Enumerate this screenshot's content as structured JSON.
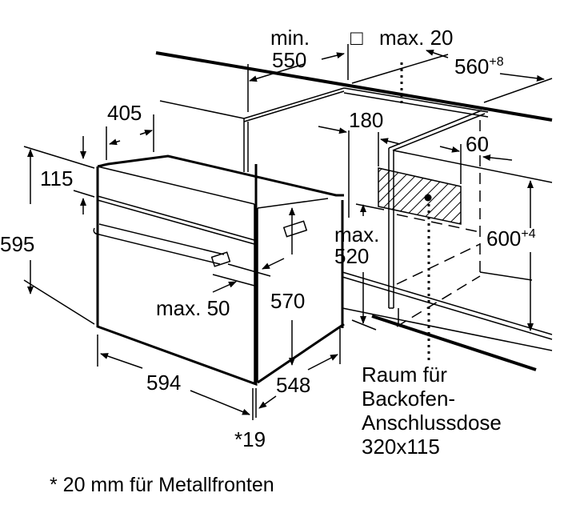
{
  "diagram": {
    "dimensions": {
      "min_label": "min.",
      "min_value": "550",
      "max20_symbol": "□",
      "max20": "max. 20",
      "width_560": "560",
      "width_560_tol": "+8",
      "d405": "405",
      "d115": "115",
      "d595": "595",
      "d180": "180",
      "d60": "60",
      "max_label": "max.",
      "max_520": "520",
      "height_600": "600",
      "height_600_tol": "+4",
      "max50": "max. 50",
      "d570": "570",
      "d594": "594",
      "d548": "548",
      "star19": "*19"
    },
    "socket_note": [
      "Raum für",
      "Backofen-",
      "Anschlussdose",
      "320x115"
    ],
    "footnote": "* 20 mm für Metallfronten",
    "colors": {
      "line": "#000000",
      "background": "#ffffff"
    }
  }
}
